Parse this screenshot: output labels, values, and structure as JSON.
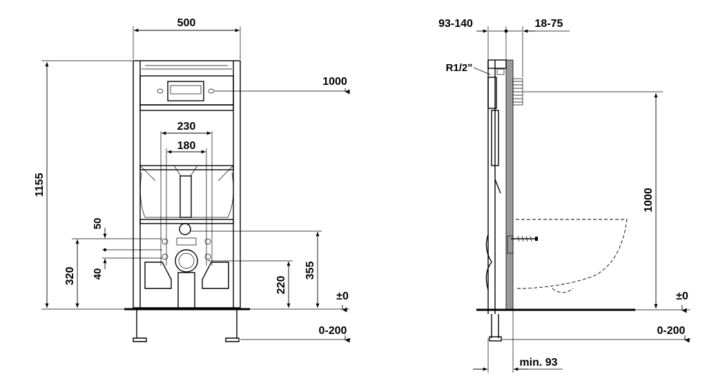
{
  "front": {
    "width": "500",
    "height_total": "1155",
    "flush_height": "1000",
    "dist_230": "230",
    "dist_180": "180",
    "dim_50": "50",
    "dim_40": "40",
    "dim_320": "320",
    "dim_220": "220",
    "dim_355": "355",
    "floor": "±0",
    "adjust": "0-200"
  },
  "side": {
    "depth_range": "93-140",
    "wall_range": "18-75",
    "thread": "R1/2ʺ",
    "flush_height": "1000",
    "floor": "±0",
    "adjust": "0-200",
    "min_depth": "min. 93"
  }
}
